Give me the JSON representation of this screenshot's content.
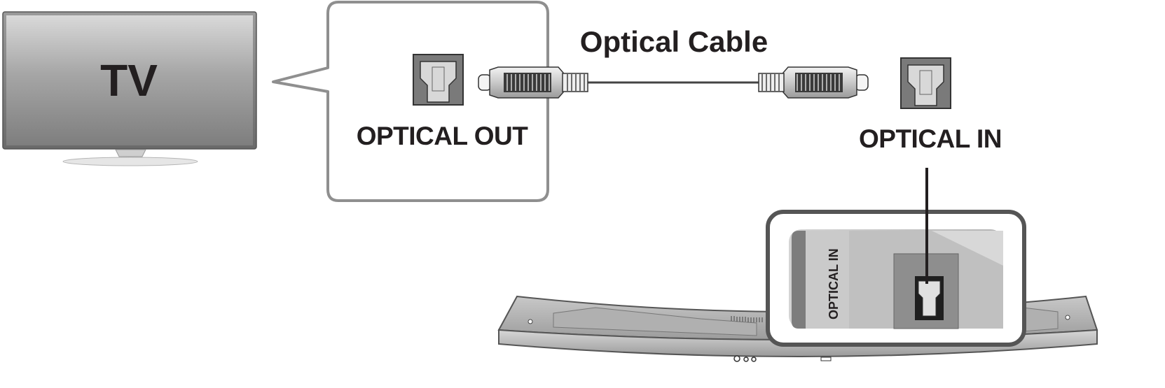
{
  "tv": {
    "label": "TV"
  },
  "cable": {
    "label": "Optical Cable"
  },
  "source_port": {
    "label": "OPTICAL OUT"
  },
  "destination_port": {
    "label": "OPTICAL IN"
  },
  "soundbar": {
    "panel_label": "OPTICAL IN"
  }
}
